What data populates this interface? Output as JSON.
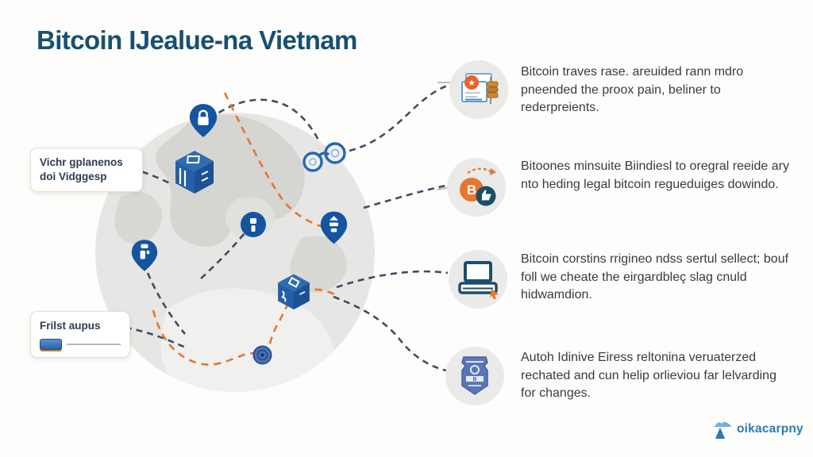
{
  "title": "Bitcoin IJealue-na Vietnam",
  "callouts": [
    {
      "line1": "Vichr gplanenos",
      "line2": "doi Vidggesp"
    },
    {
      "line1": "Frilst aupus"
    }
  ],
  "items": [
    {
      "icon": "certificate-seal-icon",
      "text": "Bitcoin traves rase. areuided rann mdro pneended the proox pain, beliner to rederpreients."
    },
    {
      "icon": "bitcoin-coin-thumbs-up-icon",
      "text": "Bitoones minsuite Biindiesl to oregral reeide ary nto heding legal bitcoin regueduiges dowindo."
    },
    {
      "icon": "laptop-cursor-icon",
      "text": "Bitcoin corstins rrigineo ndss sertul sellect; bouf foll we cheate the eirgardbleç slag cnuld hidwamdion."
    },
    {
      "icon": "bank-emblem-icon",
      "text": "Autoh Idinive Eiress reltonina veruaterzed rechated and cun helip orlieviou far lelvarding for changes."
    }
  ],
  "map": {
    "markers": [
      "pin-lock",
      "bitcoin-block-cube",
      "handcuffs",
      "circle-info",
      "pin-lock",
      "pin-info",
      "bitcoin-block-cube",
      "coin"
    ]
  },
  "logo": {
    "text": "oikacarpny"
  },
  "colors": {
    "title": "#17506f",
    "body_text": "#3b3b3b",
    "navy_dash": "#3e4e61",
    "orange_dash": "#e2782e",
    "marker_blue": "#15549e",
    "map_circle": "#e6e6e4",
    "landmass": "#d5d5d2",
    "icon_circle_bg": "#eaeae8",
    "logo_blue": "#2d7ab8"
  }
}
